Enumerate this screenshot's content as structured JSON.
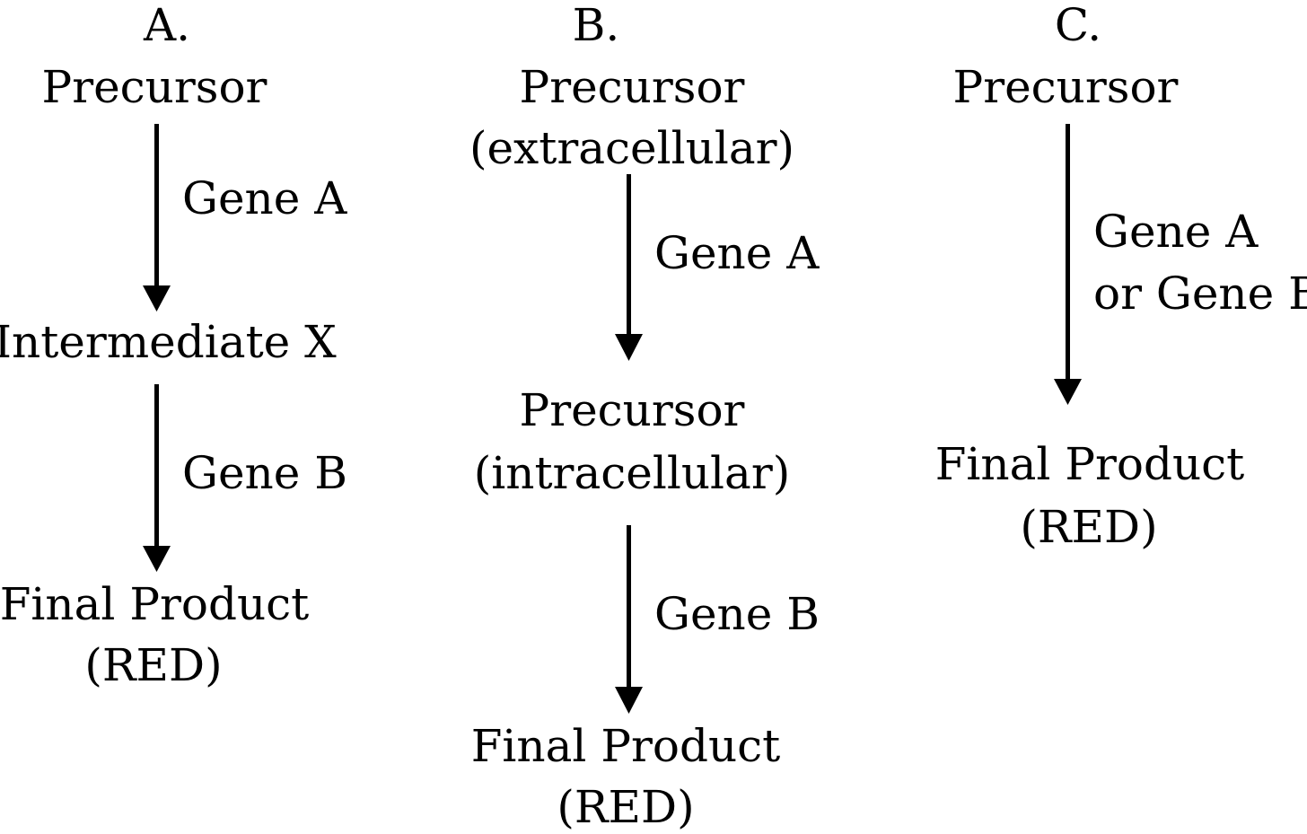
{
  "panels": [
    {
      "label": "A.",
      "nodes": [
        "Precursor",
        "Intermediate X",
        "Final Product",
        "(RED)"
      ],
      "steps": [
        "Gene A",
        "Gene B"
      ]
    },
    {
      "label": "B.",
      "nodes": [
        "Precursor",
        "(extracellular)",
        "Precursor",
        "(intracellular)",
        "Final Product",
        "(RED)"
      ],
      "steps": [
        "Gene A",
        "Gene B"
      ]
    },
    {
      "label": "C.",
      "nodes": [
        "Precursor",
        "Final Product",
        "(RED)"
      ],
      "steps": [
        "Gene A",
        "or Gene B"
      ]
    }
  ]
}
